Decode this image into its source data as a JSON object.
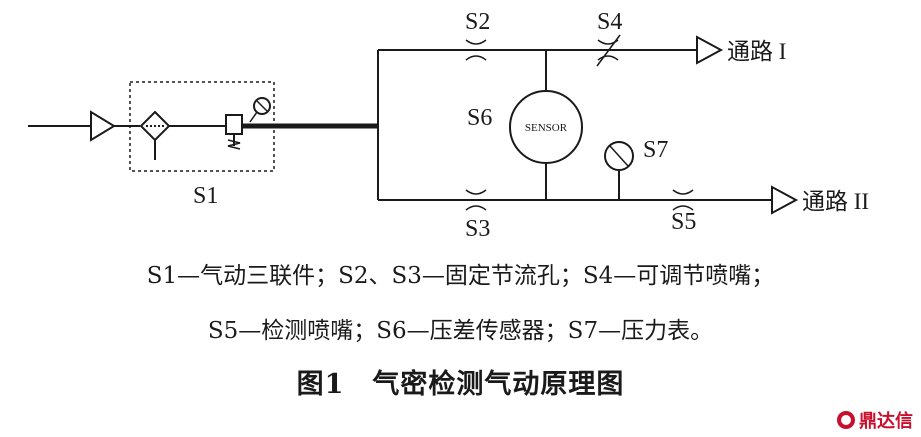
{
  "diagram": {
    "labels": {
      "s1": "S1",
      "s2": "S2",
      "s3": "S3",
      "s4": "S4",
      "s5": "S5",
      "s6": "S6",
      "s7": "S7",
      "sensor": "SENSOR",
      "output1": "通路 I",
      "output2": "通路 II"
    }
  },
  "legend": {
    "line1": "S1—气动三联件；S2、S3—固定节流孔；S4—可调节喷嘴；",
    "line2": "S5—检测喷嘴；S6—压差传感器；S7—压力表。"
  },
  "figure_title": "图1　气密检测气动原理图",
  "watermark": "鼎达信"
}
